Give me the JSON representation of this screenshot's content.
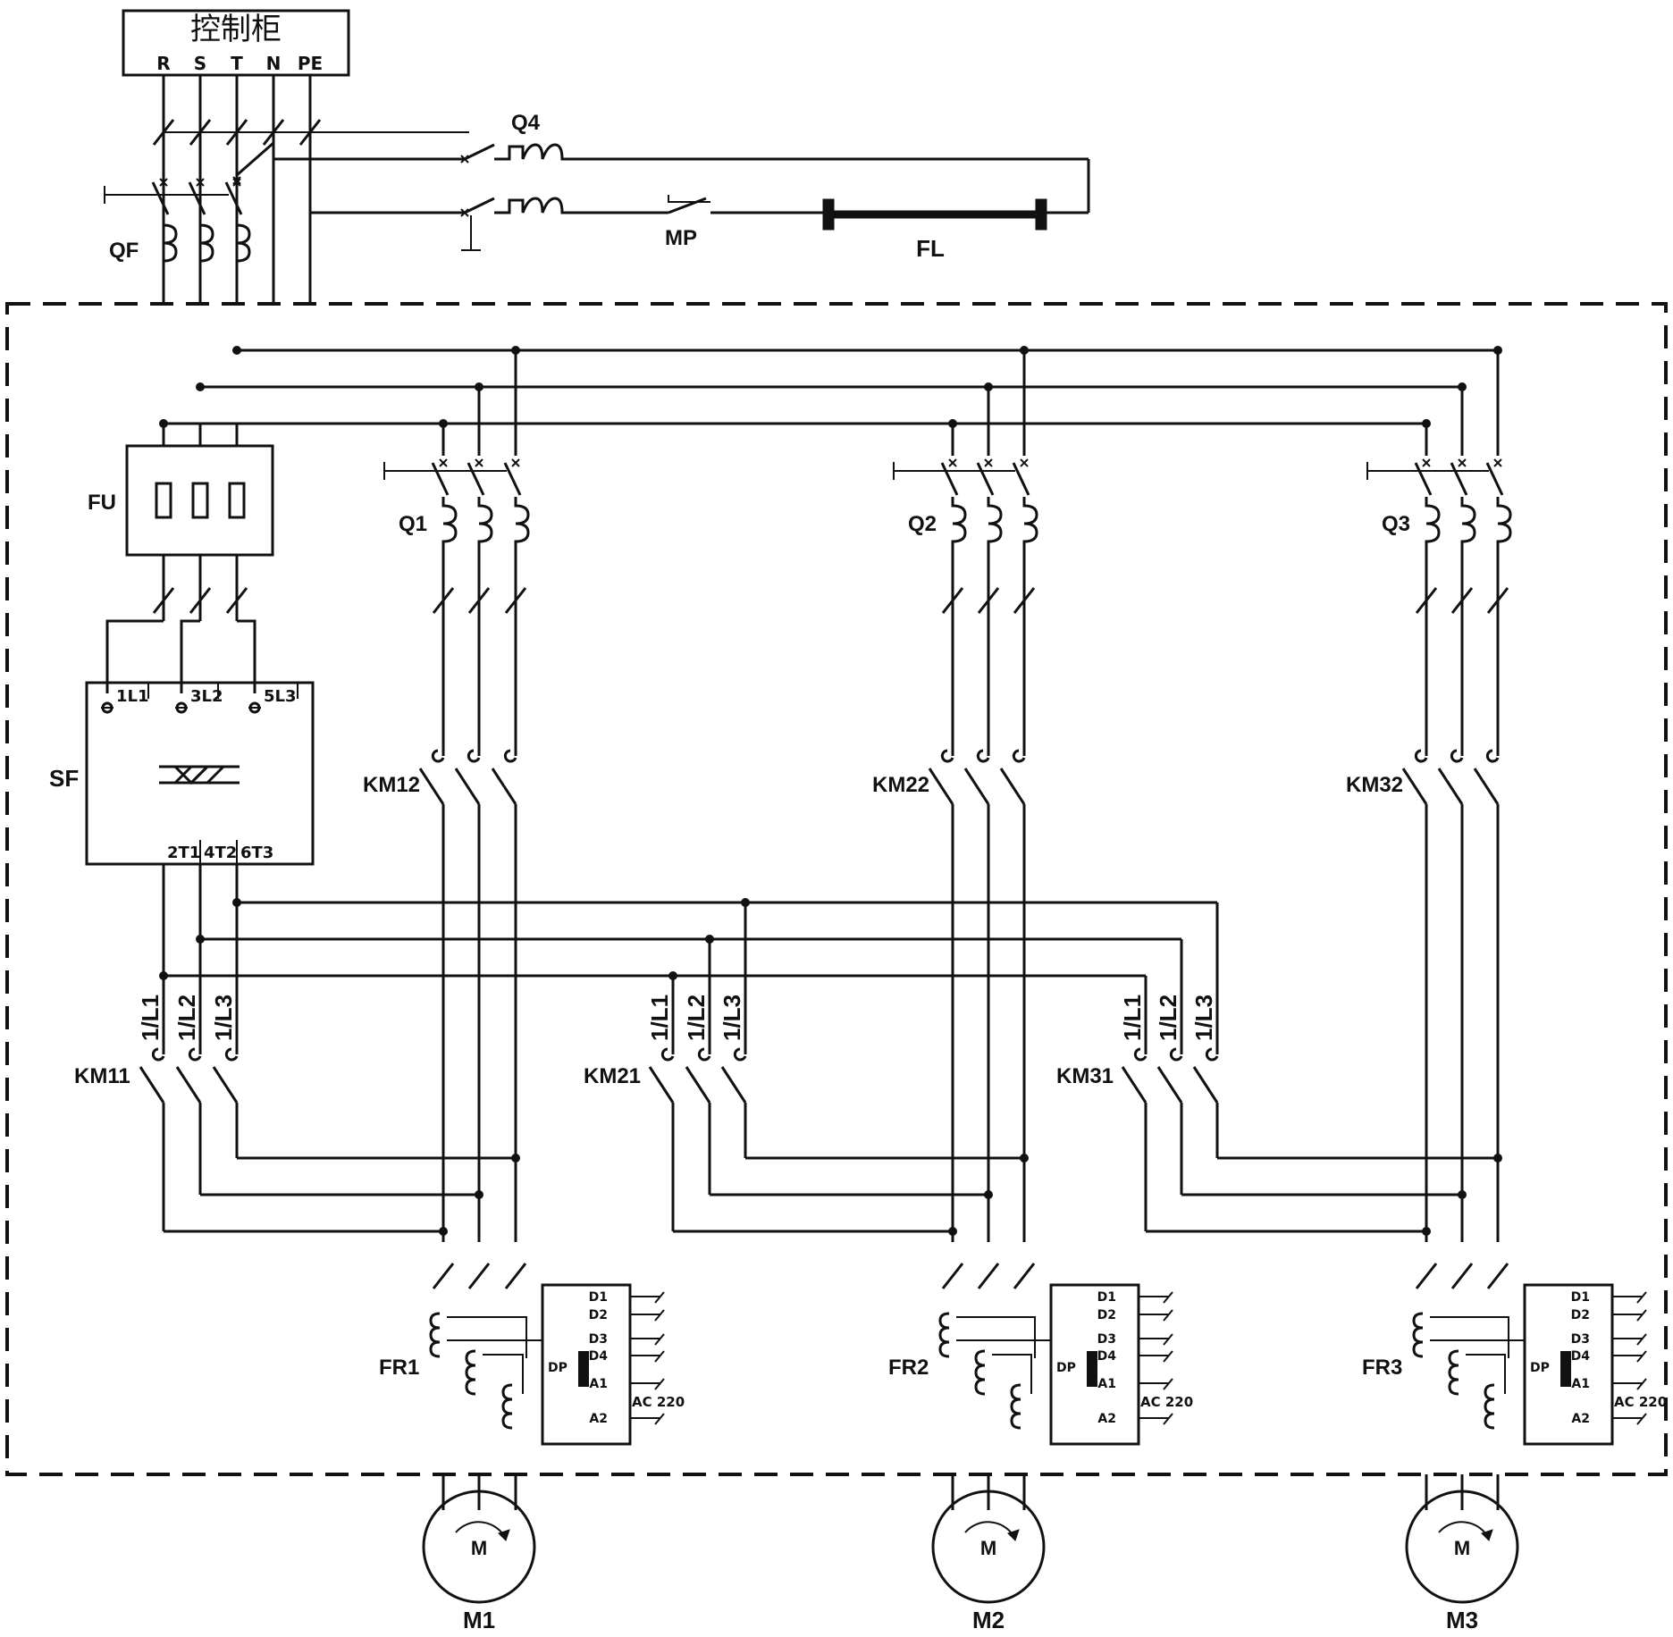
{
  "cabinet": {
    "title": "控制柜",
    "terminals": [
      "R",
      "S",
      "T",
      "N",
      "PE"
    ]
  },
  "main_breaker": "QF",
  "fan_branch": {
    "breaker": "Q4",
    "switch": "MP",
    "light": "FL"
  },
  "fuse": "FU",
  "soft_starter": {
    "label": "SF",
    "inputs": [
      "1L1",
      "3L2",
      "5L3"
    ],
    "outputs": [
      "2T1",
      "4T2",
      "6T3"
    ]
  },
  "bypass_contactor_terminals": [
    "1/L1",
    "1/L2",
    "1/L3"
  ],
  "relay_terminals": [
    "D1",
    "D2",
    "D3",
    "D4",
    "A1",
    "A2"
  ],
  "relay_dp": "DP",
  "relay_supply": "AC 220",
  "motor_symbol": "M",
  "branches": [
    {
      "breaker": "Q1",
      "run_contactor": "KM12",
      "start_contactor": "KM11",
      "relay": "FR1",
      "motor": "M1"
    },
    {
      "breaker": "Q2",
      "run_contactor": "KM22",
      "start_contactor": "KM21",
      "relay": "FR2",
      "motor": "M2"
    },
    {
      "breaker": "Q3",
      "run_contactor": "KM32",
      "start_contactor": "KM31",
      "relay": "FR3",
      "motor": "M3"
    }
  ]
}
